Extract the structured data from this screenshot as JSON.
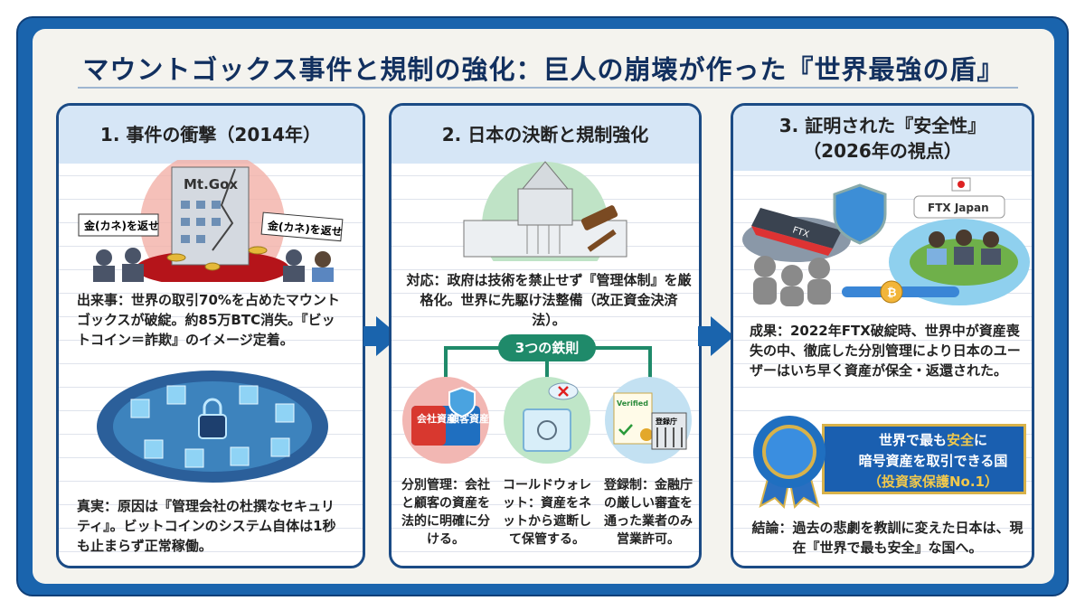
{
  "title": "マウントゴックス事件と規制の強化：巨人の崩壊が作った『世界最強の盾』",
  "panel1": {
    "heading": "1. 事件の衝撃（2014年）",
    "logo": "Mt.Gox",
    "sign_left": "金(カネ)を返せ",
    "sign_right": "金(カネ)を返せ",
    "event_text": "出来事：世界の取引70%を占めたマウントゴックスが破綻。約85万BTC消失。『ビットコイン＝詐欺』のイメージ定着。",
    "truth_text": "真実：原因は『管理会社の杜撰なセキュリティ』。ビットコインのシステム自体は1秒も止まらず正常稼働。"
  },
  "panel2": {
    "heading": "2. 日本の決断と規制強化",
    "response_text": "対応：政府は技術を禁止せず『管理体制』を厳格化。世界に先駆け法整備（改正資金決済法）。",
    "rules_label": "3つの鉄則",
    "wallet_left": "会社資産",
    "wallet_right": "顧客資産",
    "verified": "Verified",
    "agency": "登録庁",
    "rules": [
      {
        "text": "分別管理：会社と顧客の資産を法的に明確に分ける。"
      },
      {
        "text": "コールドウォレット：資産をネットから遮断して保管する。"
      },
      {
        "text": "登録制：金融庁の厳しい審査を通った業者のみ営業許可。"
      }
    ]
  },
  "panel3": {
    "heading_line1": "3. 証明された『安全性』",
    "heading_line2": "（2026年の視点）",
    "ship_label": "FTX",
    "ftx_japan": "FTX Japan",
    "result_text": "成果：2022年FTX破綻時、世界中が資産喪失の中、徹底した分別管理により日本のユーザーはいち早く資産が保全・返還された。",
    "badge": {
      "line1a": "世界で最も",
      "line1b": "安全",
      "line1c": "に",
      "line2": "暗号資産を取引できる国",
      "line3": "（投資家保護No.1）"
    },
    "conclusion_text": "結論：過去の悲劇を教訓に変えた日本は、現在『世界で最も安全』な国へ。"
  },
  "colors": {
    "frame": "#1a64ad",
    "header": "#d6e6f6",
    "rules": "#1f8a6a",
    "gold": "#d8b24a"
  }
}
